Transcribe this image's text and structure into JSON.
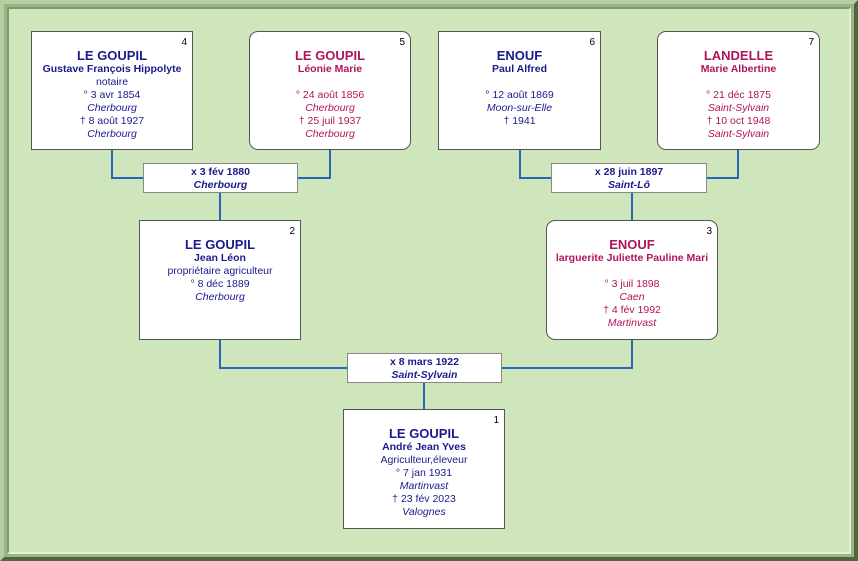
{
  "persons": [
    {
      "num": "4",
      "surname": "LE GOUPIL",
      "given": "Gustave François Hippolyte",
      "occupation": "notaire",
      "birth": "° 3 avr 1854",
      "birth_place": "Cherbourg",
      "death": "† 8 août 1927",
      "death_place": "Cherbourg"
    },
    {
      "num": "5",
      "surname": "LE GOUPIL",
      "given": "Léonie Marie",
      "occupation": "",
      "birth": "° 24 août 1856",
      "birth_place": "Cherbourg",
      "death": "† 25 juil 1937",
      "death_place": "Cherbourg"
    },
    {
      "num": "6",
      "surname": "ENOUF",
      "given": "Paul Alfred",
      "occupation": "",
      "birth": "° 12 août 1869",
      "birth_place": "Moon-sur-Elle",
      "death": "† 1941",
      "death_place": ""
    },
    {
      "num": "7",
      "surname": "LANDELLE",
      "given": "Marie Albertine",
      "occupation": "",
      "birth": "° 21 déc 1875",
      "birth_place": "Saint-Sylvain",
      "death": "† 10 oct 1948",
      "death_place": "Saint-Sylvain"
    },
    {
      "num": "2",
      "surname": "LE GOUPIL",
      "given": "Jean Léon",
      "occupation": "propriétaire agriculteur",
      "birth": "° 8 déc 1889",
      "birth_place": "Cherbourg",
      "death": "",
      "death_place": ""
    },
    {
      "num": "3",
      "surname": "ENOUF",
      "given": "larguerite Juliette Pauline Mari",
      "occupation": "",
      "birth": "° 3 juil 1898",
      "birth_place": "Caen",
      "death": "† 4 fév 1992",
      "death_place": "Martinvast"
    },
    {
      "num": "1",
      "surname": "LE GOUPIL",
      "given": "André Jean Yves",
      "occupation": "Agriculteur,éleveur",
      "birth": "° 7 jan 1931",
      "birth_place": "Martinvast",
      "death": "† 23 fév 2023",
      "death_place": "Valognes"
    }
  ],
  "marriages": [
    {
      "date": "x 3 fév 1880",
      "place": "Cherbourg"
    },
    {
      "date": "x 28 juin 1897",
      "place": "Saint-Lô"
    },
    {
      "date": "x 8 mars 1922",
      "place": "Saint-Sylvain"
    }
  ],
  "colors": {
    "male": "#1a1a8c",
    "female": "#b0145a",
    "link": "#2a66b8",
    "background": "#cfe6bc"
  }
}
